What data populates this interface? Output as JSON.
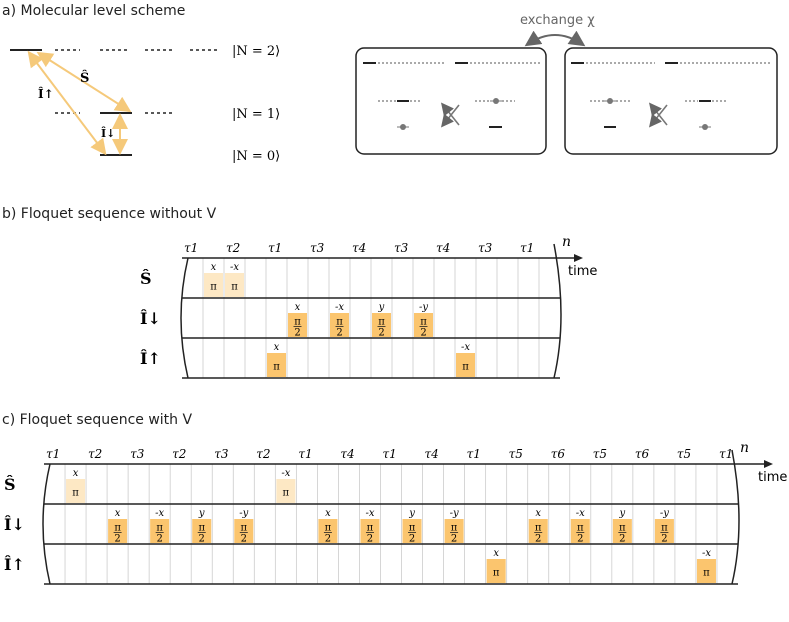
{
  "section_a": {
    "title": "a) Molecular level scheme",
    "levels": [
      "|N = 2⟩",
      "|N = 1⟩",
      "|N = 0⟩"
    ],
    "op_s": "Ŝ",
    "op_i_up": "Î↑",
    "op_i_down": "Î↓",
    "exchange_label": "exchange χ"
  },
  "section_b": {
    "title": "b) Floquet sequence without V",
    "n_label": "n",
    "time_label": "time",
    "row_labels": [
      "Ŝ",
      "Î↓",
      "Î↑"
    ],
    "taus": [
      "τ1",
      "τ2",
      "τ1",
      "τ3",
      "τ4",
      "τ3",
      "τ4",
      "τ3",
      "τ1"
    ],
    "pulses": [
      {
        "row": 0,
        "col": 1,
        "phase": "x",
        "angle": "π",
        "style": "light"
      },
      {
        "row": 0,
        "col": 2,
        "phase": "-x",
        "angle": "π",
        "style": "light"
      },
      {
        "row": 1,
        "col": 5,
        "phase": "x",
        "angle": "π/2",
        "style": "dark"
      },
      {
        "row": 1,
        "col": 7,
        "phase": "-x",
        "angle": "π/2",
        "style": "dark"
      },
      {
        "row": 1,
        "col": 9,
        "phase": "y",
        "angle": "π/2",
        "style": "dark"
      },
      {
        "row": 1,
        "col": 11,
        "phase": "-y",
        "angle": "π/2",
        "style": "dark"
      },
      {
        "row": 2,
        "col": 4,
        "phase": "x",
        "angle": "π",
        "style": "dark"
      },
      {
        "row": 2,
        "col": 13,
        "phase": "-x",
        "angle": "π",
        "style": "dark"
      }
    ]
  },
  "section_c": {
    "title": "c) Floquet sequence with V",
    "n_label": "n",
    "time_label": "time",
    "row_labels": [
      "Ŝ",
      "Î↓",
      "Î↑"
    ],
    "taus": [
      "τ1",
      "τ2",
      "τ3",
      "τ2",
      "τ3",
      "τ2",
      "τ1",
      "τ4",
      "τ1",
      "τ4",
      "τ1",
      "τ5",
      "τ6",
      "τ5",
      "τ6",
      "τ5",
      "τ1"
    ],
    "pulses": [
      {
        "row": 0,
        "col": 1,
        "phase": "x",
        "angle": "π",
        "style": "light"
      },
      {
        "row": 0,
        "col": 11,
        "phase": "-x",
        "angle": "π",
        "style": "light"
      },
      {
        "row": 1,
        "col": 3,
        "phase": "x",
        "angle": "π/2",
        "style": "dark"
      },
      {
        "row": 1,
        "col": 5,
        "phase": "-x",
        "angle": "π/2",
        "style": "dark"
      },
      {
        "row": 1,
        "col": 7,
        "phase": "y",
        "angle": "π/2",
        "style": "dark"
      },
      {
        "row": 1,
        "col": 9,
        "phase": "-y",
        "angle": "π/2",
        "style": "dark"
      },
      {
        "row": 1,
        "col": 13,
        "phase": "x",
        "angle": "π/2",
        "style": "dark"
      },
      {
        "row": 1,
        "col": 15,
        "phase": "-x",
        "angle": "π/2",
        "style": "dark"
      },
      {
        "row": 1,
        "col": 17,
        "phase": "y",
        "angle": "π/2",
        "style": "dark"
      },
      {
        "row": 1,
        "col": 19,
        "phase": "-y",
        "angle": "π/2",
        "style": "dark"
      },
      {
        "row": 1,
        "col": 23,
        "phase": "x",
        "angle": "π/2",
        "style": "dark"
      },
      {
        "row": 1,
        "col": 25,
        "phase": "-x",
        "angle": "π/2",
        "style": "dark"
      },
      {
        "row": 1,
        "col": 27,
        "phase": "y",
        "angle": "π/2",
        "style": "dark"
      },
      {
        "row": 1,
        "col": 29,
        "phase": "-y",
        "angle": "π/2",
        "style": "dark"
      },
      {
        "row": 2,
        "col": 21,
        "phase": "x",
        "angle": "π",
        "style": "dark"
      },
      {
        "row": 2,
        "col": 31,
        "phase": "-x",
        "angle": "π",
        "style": "dark"
      }
    ]
  },
  "colors": {
    "pulse_light": "#fde8c4",
    "pulse_dark": "#fbc56e",
    "arrow": "#f5c97a",
    "line": "#222222",
    "grid": "#cccccc"
  }
}
